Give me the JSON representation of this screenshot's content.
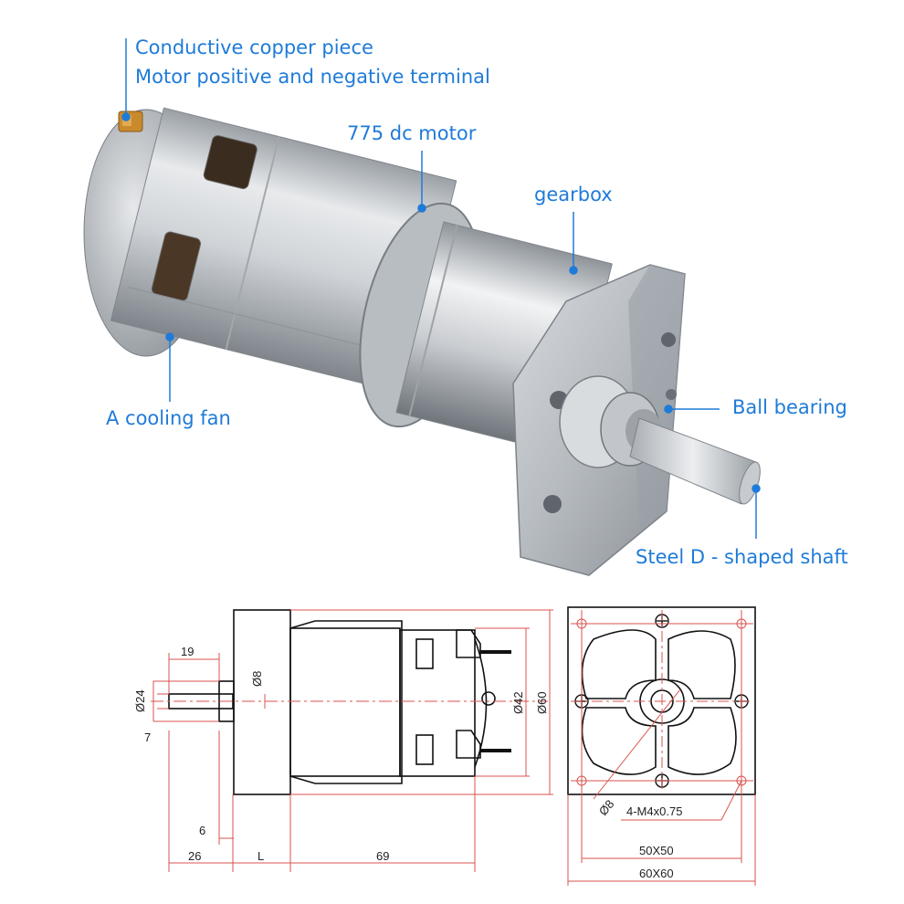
{
  "callouts": {
    "copper_line1": "Conductive copper piece",
    "copper_line2": "Motor positive and negative terminal",
    "motor": "775 dc motor",
    "gearbox": "gearbox",
    "fan": "A cooling fan",
    "bearing": "Ball bearing",
    "shaft": "Steel D - shaped shaft"
  },
  "dimensions": {
    "d19": "19",
    "d24": "Ø24",
    "d8_shaft": "Ø8",
    "d7": "7",
    "d6": "6",
    "d26": "26",
    "dL": "L",
    "d69": "69",
    "d42": "Ø42",
    "d60": "Ø60",
    "front_d8": "Ø8",
    "screws": "4-M4x0.75",
    "d50": "50X50",
    "d60x60": "60X60"
  },
  "colors": {
    "accent": "#1f7bd8",
    "dim_line": "#d9534f",
    "drawing": "#111111"
  }
}
